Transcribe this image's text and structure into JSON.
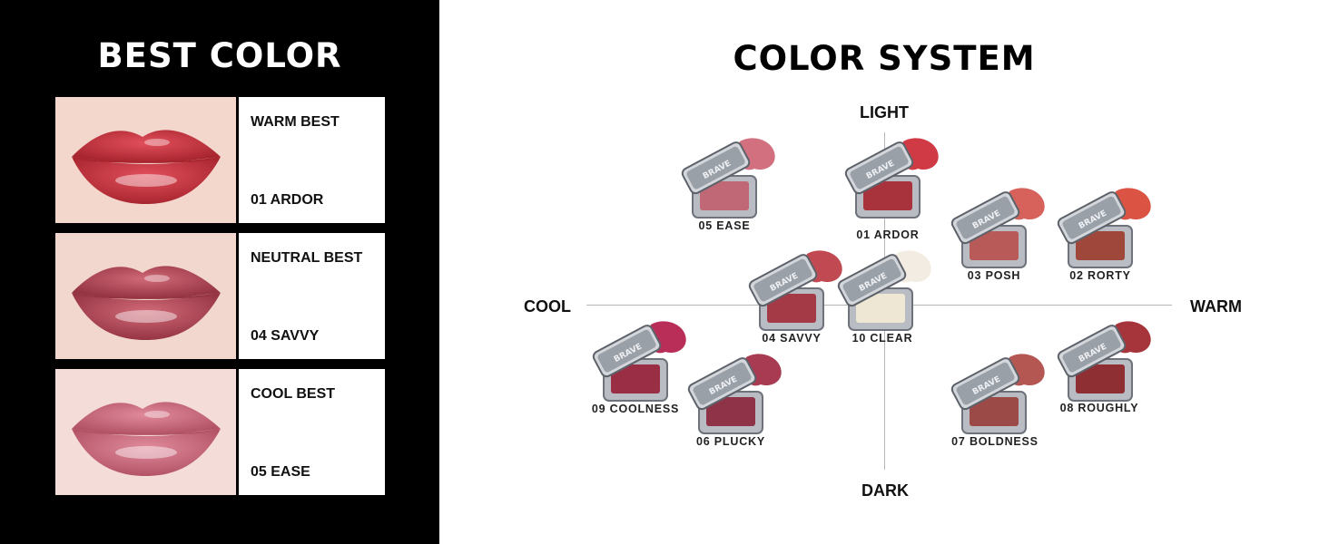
{
  "best_color": {
    "title": "BEST COLOR",
    "cards": [
      {
        "tag": "WARM BEST",
        "shade": "01 ARDOR",
        "skin": "#f3d6cc",
        "lip": "#e2505c",
        "lip_dark": "#a8252f"
      },
      {
        "tag": "NEUTRAL BEST",
        "shade": "04 SAVVY",
        "skin": "#f2d7ce",
        "lip": "#d16a78",
        "lip_dark": "#953443"
      },
      {
        "tag": "COOL BEST",
        "shade": "05 EASE",
        "skin": "#f4dcd8",
        "lip": "#e08b9c",
        "lip_dark": "#b35366"
      }
    ]
  },
  "color_system": {
    "title": "COLOR SYSTEM",
    "axes": {
      "top": "LIGHT",
      "bottom": "DARK",
      "left": "COOL",
      "right": "WARM"
    },
    "lid_text": "BRAVE",
    "shades": [
      {
        "label": "05 EASE",
        "color": "#c06876",
        "swatch": "#d2707f"
      },
      {
        "label": "01 ARDOR",
        "color": "#a8333d",
        "swatch": "#d03a44"
      },
      {
        "label": "03 POSH",
        "color": "#b85a58",
        "swatch": "#d6625b"
      },
      {
        "label": "02 RORTY",
        "color": "#a0473c",
        "swatch": "#db5443"
      },
      {
        "label": "04 SAVVY",
        "color": "#a33a46",
        "swatch": "#c04952"
      },
      {
        "label": "10 CLEAR",
        "color": "#eee7d4",
        "swatch": "#f2ece2"
      },
      {
        "label": "09 COOLNESS",
        "color": "#9a2e45",
        "swatch": "#b82e58"
      },
      {
        "label": "06 PLUCKY",
        "color": "#8f3448",
        "swatch": "#a83a52"
      },
      {
        "label": "07 BOLDNESS",
        "color": "#9c4a48",
        "swatch": "#b45651"
      },
      {
        "label": "08 ROUGHLY",
        "color": "#8e2f34",
        "swatch": "#a6353b"
      }
    ]
  }
}
